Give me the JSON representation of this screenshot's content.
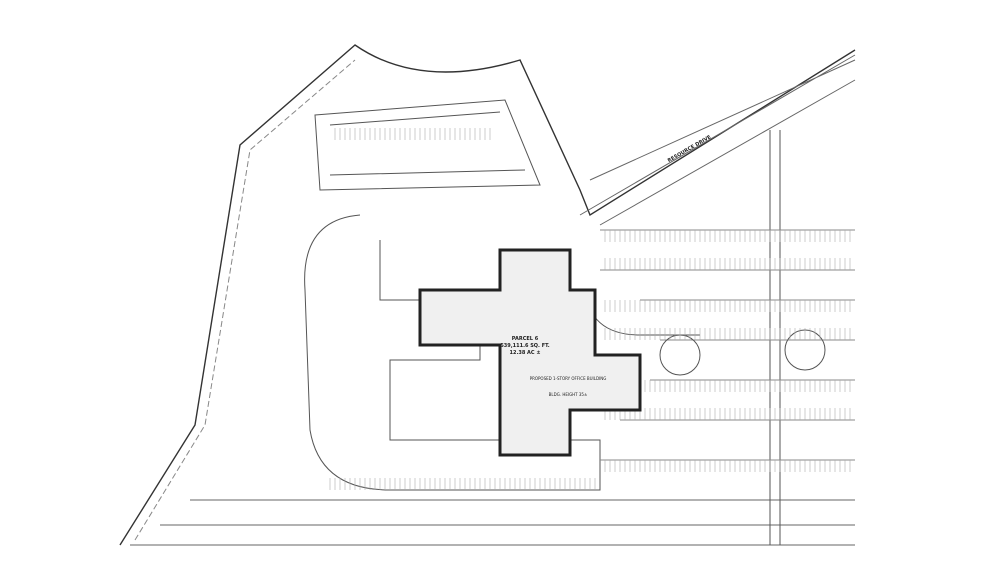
{
  "drawing": {
    "parcel_label": "PARCEL 6",
    "parcel_area_sqft": "539,111.6 SQ. FT.",
    "parcel_area_acres": "12.38 AC ±",
    "building_note": "PROPOSED 1-STORY OFFICE BUILDING",
    "building_note_2": "BLDG. HEIGHT 35±",
    "street_label": "RESOURCE DRIVE"
  }
}
